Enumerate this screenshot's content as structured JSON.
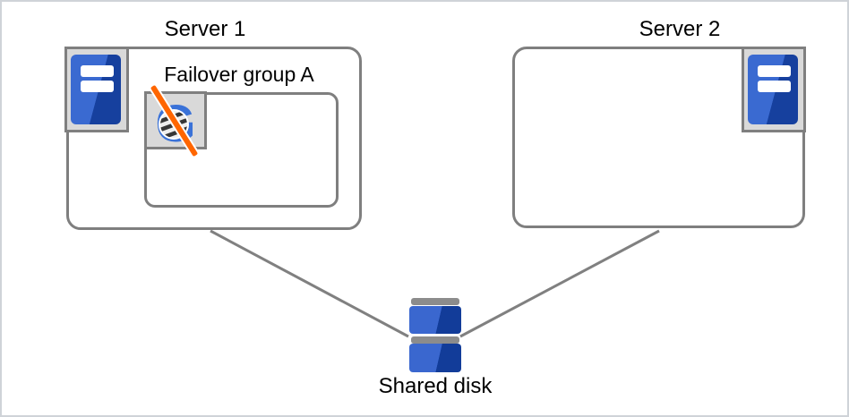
{
  "diagram": {
    "nodes": {
      "server1": {
        "label": "Server 1",
        "icon": "server-icon"
      },
      "server2": {
        "label": "Server 2",
        "icon": "server-icon"
      },
      "failover_group": {
        "label": "Failover group A",
        "icon": "application-stopped-icon",
        "status": "stopped"
      },
      "shared_disk": {
        "label": "Shared disk",
        "icon": "disk-array-icon"
      }
    },
    "connections": [
      {
        "from": "server1",
        "to": "shared_disk"
      },
      {
        "from": "server2",
        "to": "shared_disk"
      }
    ]
  },
  "colors": {
    "box_border": "#7f7f7f",
    "icon_background": "#d9d9d9",
    "server_blue_light": "#3a6ad1",
    "server_blue_dark": "#16409e",
    "disk_blue_light": "#3a67cf",
    "disk_blue_dark": "#123c99",
    "disk_cap_gray": "#8c8c8c",
    "app_glyph_blue": "#3a72d8",
    "stopped_slash_orange": "#ff6600",
    "connector_gray": "#808080",
    "text": "#000000"
  }
}
